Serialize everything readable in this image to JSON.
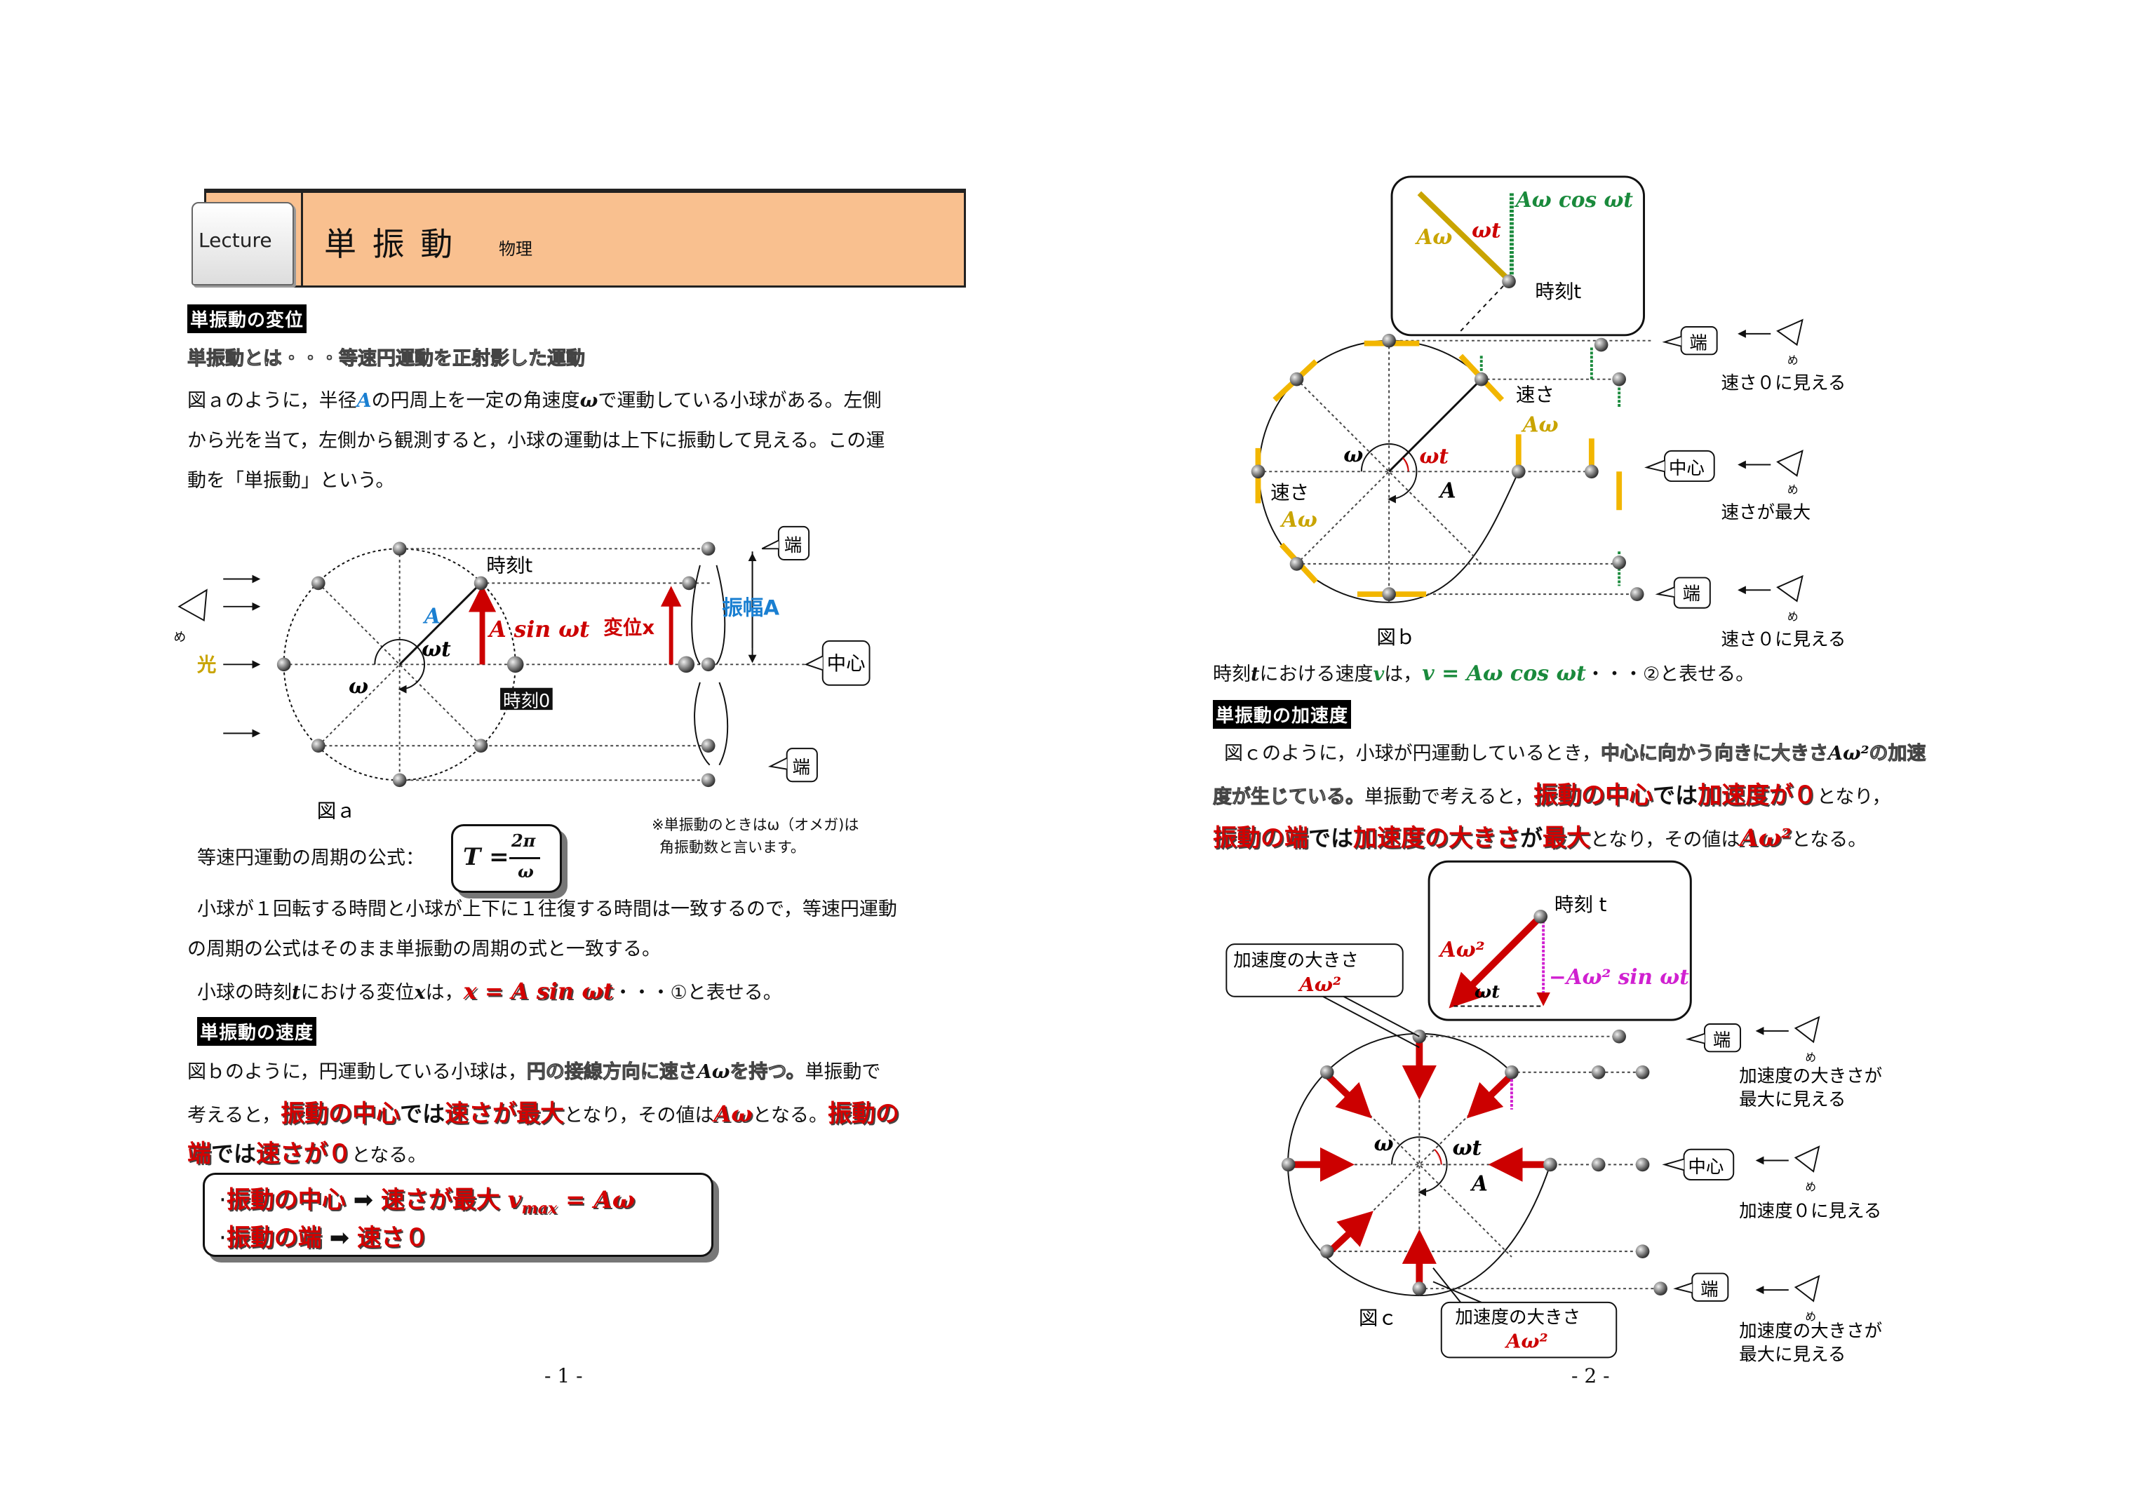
{
  "header": {
    "badge": "Lecture",
    "title": "単 振 動",
    "subject": "物理"
  },
  "page1": {
    "sec_displacement": "単振動の変位",
    "definition": "単振動とは・・・等速円運動を正射影した運動",
    "para1": [
      "図ａのように，半径",
      "A",
      "の円周上を一定の角速度",
      "ω",
      "で運動している小球がある。左側"
    ],
    "para1_line2": "から光を当て，左側から観測すると，小球の運動は上下に振動して見える。この運",
    "para1_line3": "動を「単振動」という。",
    "fig_a": {
      "caption": "図ａ",
      "time_t": "時刻t",
      "A": "A",
      "wt": "ωt",
      "w": "ω",
      "asin": "A sin ωt",
      "disp": "変位x",
      "amp": "振幅A",
      "end_top": "端",
      "end_bottom": "端",
      "center": "中心",
      "light": "光",
      "time0": "時刻0",
      "eye": "め"
    },
    "note": [
      "※単振動のときはω（オメガ)は",
      "角振動数と言います。"
    ],
    "period_label": "等速円運動の周期の公式：",
    "period_formula": {
      "lhs": "T =",
      "num": "2π",
      "den": "ω"
    },
    "para2_line1": "小球が１回転する時間と小球が上下に１往復する時間は一致するので，等速円運動",
    "para2_line2": "の周期の公式はそのまま単振動の周期の式と一致する。",
    "para3": [
      "小球の時刻",
      "t",
      "における変位",
      "x",
      "は，",
      "x = A sin ωt",
      "・・・①と表せる。"
    ],
    "sec_velocity": "単振動の速度",
    "para4_line1": [
      "図ｂのように，円運動している小球は，",
      "円の接線方向に速さ",
      "Aω",
      "を持つ。",
      "単振動で"
    ],
    "para4_line2": [
      "考えると，",
      "振動の中心",
      "では",
      "速さが最大",
      "となり，その値は",
      "Aω",
      "となる。",
      "振動の"
    ],
    "para4_line3": [
      "端",
      "では",
      "速さが０",
      "となる。"
    ],
    "summary": [
      {
        "a": "振動の中心",
        "arrow": "➡",
        "b": "速さが最大",
        "formula": "v",
        "sub": "max",
        "rest": " = Aω"
      },
      {
        "a": "振動の端",
        "arrow": "➡",
        "b": "速さ０"
      }
    ],
    "page_number": "- 1 -"
  },
  "page2": {
    "fig_b": {
      "caption": "図ｂ",
      "callout_formula": "Aω cos ωt",
      "callout_aw": "Aω",
      "callout_wt": "ωt",
      "callout_time": "時刻t",
      "speed1": "速さ",
      "speed1_val": "Aω",
      "speed2": "速さ",
      "speed2_val": "Aω",
      "w": "ω",
      "wt": "ωt",
      "A": "A",
      "end_top": "端",
      "end_top_note": "速さ０に見える",
      "center": "中心",
      "center_note": "速さが最大",
      "end_bottom": "端",
      "end_bottom_note": "速さ０に見える",
      "eye": "め"
    },
    "velocity_line": [
      "時刻",
      "t",
      "における速度",
      "v",
      "は，",
      "v = Aω cos ωt",
      "・・・②と表せる。"
    ],
    "sec_acceleration": "単振動の加速度",
    "para5_line1": [
      "図ｃのように，小球が円運動しているとき，",
      "中心に向かう向きに大きさ",
      "Aω²",
      "の加速"
    ],
    "para5_line2": [
      "度が生じている。",
      "単振動で考えると，",
      "振動の中心",
      "では",
      "加速度が０",
      "となり，"
    ],
    "para5_line3": [
      "振動の端",
      "では",
      "加速度の大きさ",
      "が",
      "最大",
      "となり，その値は",
      "Aω²",
      "となる。"
    ],
    "fig_c": {
      "caption": "図ｃ",
      "box_top_label": "加速度の大きさ",
      "box_top_val": "Aω²",
      "box_bottom_label": "加速度の大きさ",
      "box_bottom_val": "Aω²",
      "callout_time": "時刻 t",
      "callout_aw2": "Aω²",
      "callout_formula": "−Aω² sin ωt",
      "callout_wt": "ωt",
      "w": "ω",
      "wt": "ωt",
      "A": "A",
      "end_top": "端",
      "end_top_note": [
        "加速度の大きさが",
        "最大に見える"
      ],
      "center": "中心",
      "center_note": "加速度０に見える",
      "end_bottom": "端",
      "end_bottom_note": [
        "加速度の大きさが",
        "最大に見える"
      ],
      "eye": "め"
    },
    "page_number": "- 2 -"
  },
  "colors": {
    "header_bg": "#f9c08f",
    "red": "#d40000",
    "green": "#1a8a3c",
    "blue": "#1a7fd1",
    "arrow_yellow": "#f2b600",
    "magenta": "#d020d0"
  }
}
